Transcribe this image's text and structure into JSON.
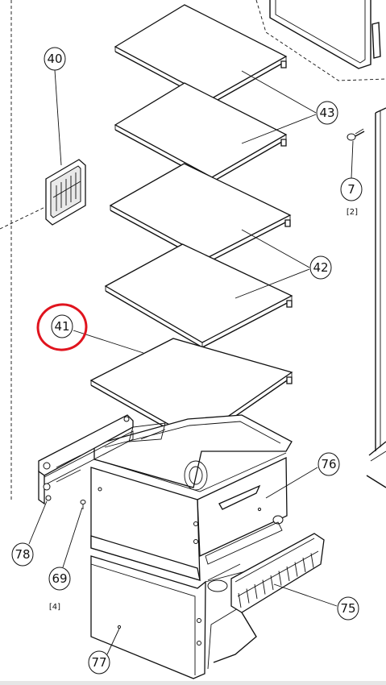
{
  "diagram": {
    "callouts": [
      {
        "id": "40",
        "label": "40"
      },
      {
        "id": "43",
        "label": "43"
      },
      {
        "id": "7",
        "label": "7",
        "qty": "[2]"
      },
      {
        "id": "42",
        "label": "42"
      },
      {
        "id": "41",
        "label": "41",
        "highlighted": true
      },
      {
        "id": "76",
        "label": "76"
      },
      {
        "id": "78",
        "label": "78"
      },
      {
        "id": "69",
        "label": "69",
        "qty": "[4]"
      },
      {
        "id": "75",
        "label": "75"
      },
      {
        "id": "77",
        "label": "77"
      }
    ],
    "highlight_color": "#e0141e"
  }
}
